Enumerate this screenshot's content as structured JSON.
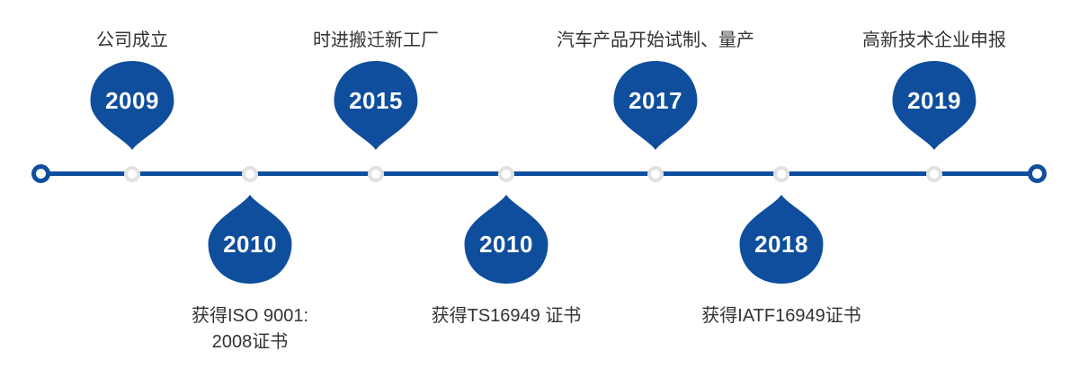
{
  "colors": {
    "primary_blue": "#0f4e9d",
    "label_text": "#333333",
    "year_text": "#ffffff",
    "node_ring": "#e2e2e2",
    "background": "#ffffff"
  },
  "timeline": {
    "milestones": [
      {
        "year": "2009",
        "label": "公司成立",
        "side": "top"
      },
      {
        "year": "2010",
        "label": "获得ISO 9001: 2008证书",
        "label_lines": [
          "获得ISO 9001:",
          "2008证书"
        ],
        "side": "bottom"
      },
      {
        "year": "2015",
        "label": "时进搬迁新工厂",
        "side": "top"
      },
      {
        "year": "2010",
        "label": "获得TS16949 证书",
        "side": "bottom"
      },
      {
        "year": "2017",
        "label": "汽车产品开始试制、量产",
        "side": "top"
      },
      {
        "year": "2018",
        "label": "获得IATF16949证书",
        "side": "bottom"
      },
      {
        "year": "2019",
        "label": "高新技术企业申报",
        "side": "top"
      }
    ]
  }
}
